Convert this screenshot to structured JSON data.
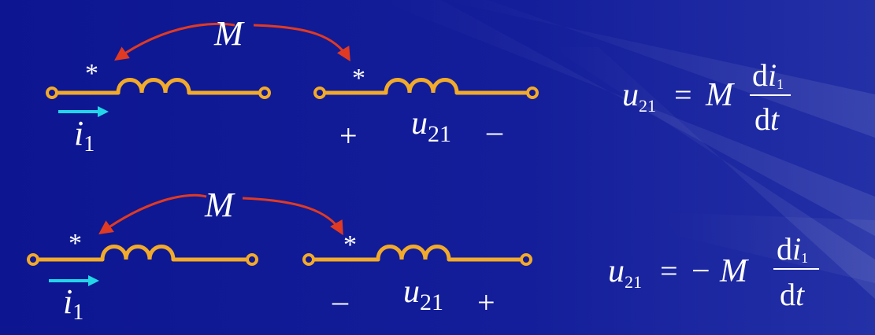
{
  "colors": {
    "background": "#101894",
    "wire": "#F2AA2A",
    "arc": "#E03A22",
    "current_arrow": "#22D6E8",
    "text": "#FFFFFF"
  },
  "top": {
    "mutual_label": "M",
    "dot_left": "*",
    "dot_right": "*",
    "current_symbol": "i",
    "current_sub": "1",
    "plus": "+",
    "minus": "–",
    "voltage_symbol": "u",
    "voltage_sub": "21",
    "equation": {
      "lhs_symbol": "u",
      "lhs_sub": "21",
      "equals": "=",
      "sign": "",
      "coef": "M",
      "num_d": "d",
      "num_i": "i",
      "num_sub": "1",
      "den_d": "d",
      "den_t": "t"
    }
  },
  "bottom": {
    "mutual_label": "M",
    "dot_left": "*",
    "dot_right": "*",
    "current_symbol": "i",
    "current_sub": "1",
    "minus": "–",
    "plus": "+",
    "voltage_symbol": "u",
    "voltage_sub": "21",
    "equation": {
      "lhs_symbol": "u",
      "lhs_sub": "21",
      "equals": "=",
      "sign": "−",
      "coef": "M",
      "num_d": "d",
      "num_i": "i",
      "num_sub": "1",
      "den_d": "d",
      "den_t": "t"
    }
  }
}
